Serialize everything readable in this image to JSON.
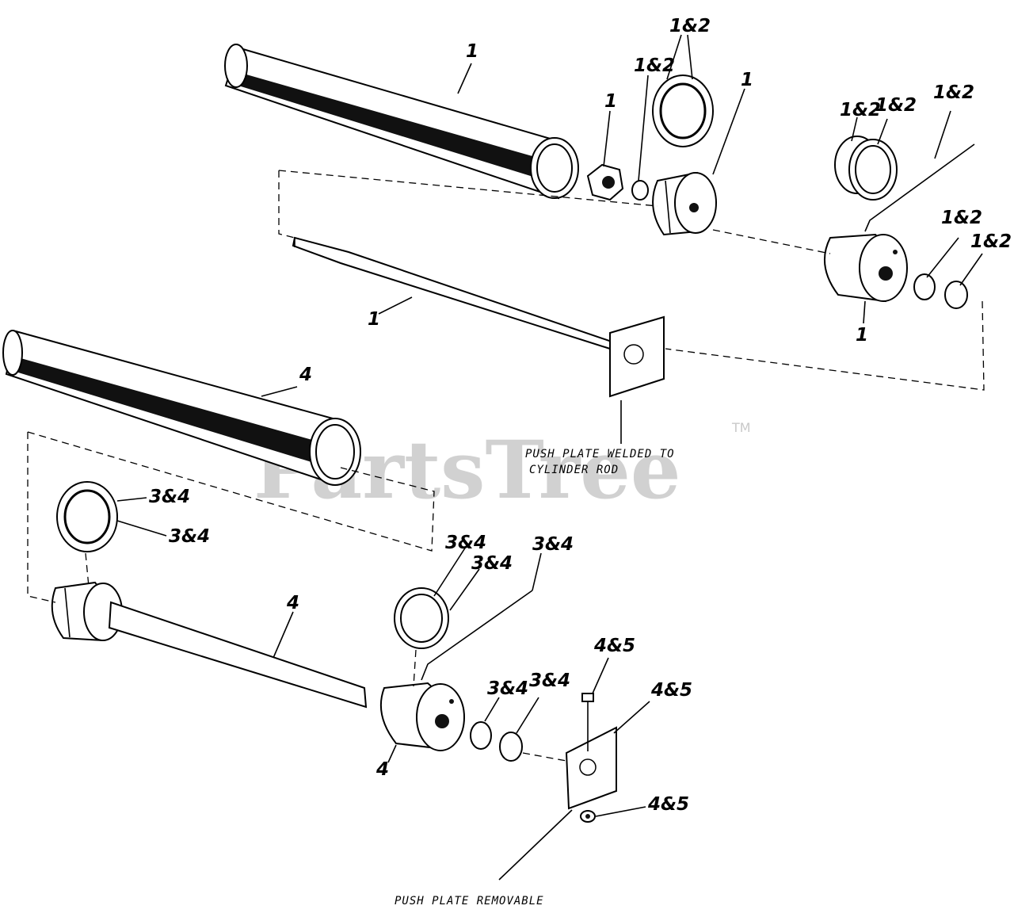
{
  "watermark": {
    "text": "PartsTree",
    "trademark": "TM"
  },
  "notes": {
    "welded_line1": "PUSH PLATE WELDED TO",
    "welded_line2": "CYLINDER ROD",
    "removable": "PUSH PLATE REMOVABLE"
  },
  "callouts": [
    "1",
    "1",
    "1&2",
    "1&2",
    "1",
    "1&2",
    "1&2",
    "1&2",
    "1&2",
    "1&2",
    "1",
    "1",
    "4",
    "3&4",
    "3&4",
    "4",
    "3&4",
    "3&4",
    "3&4",
    "3&4",
    "3&4",
    "4&5",
    "4&5",
    "4&5",
    "4"
  ]
}
